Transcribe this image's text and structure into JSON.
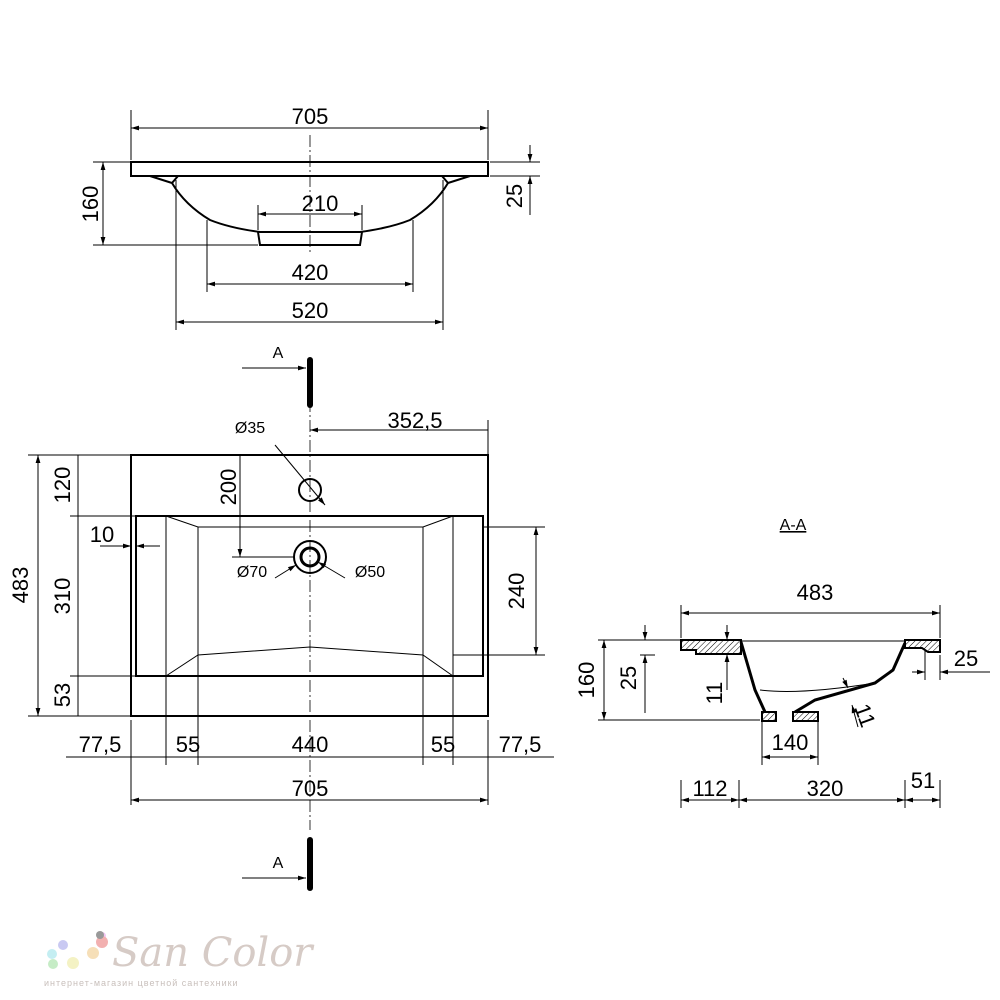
{
  "top_view": {
    "width": "705",
    "height": "160",
    "rim": "25",
    "drain_width": "210",
    "bowl_width": "420",
    "base_width": "520"
  },
  "plan_view": {
    "offset": "352,5",
    "tap_hole": "Ø35",
    "tap_dist": "200",
    "overflow": "Ø70",
    "drain": "Ø50",
    "depth_bowl": "240",
    "total_depth": "483",
    "front": "120",
    "mid": "310",
    "back": "53",
    "edge": "10",
    "seg_a": "77,5",
    "seg_b": "55",
    "seg_c": "440",
    "seg_d": "55",
    "seg_e": "77,5",
    "total_width": "705",
    "section_mark": "A"
  },
  "section_view": {
    "title": "A-A",
    "width": "483",
    "height": "160",
    "rim": "25",
    "wall": "11",
    "wall2": "11",
    "rim_right": "25",
    "drain": "140",
    "left": "112",
    "mid": "320",
    "right": "51"
  },
  "logo": {
    "name": "San Color",
    "tagline": "интернет-магазин цветной сантехники"
  }
}
